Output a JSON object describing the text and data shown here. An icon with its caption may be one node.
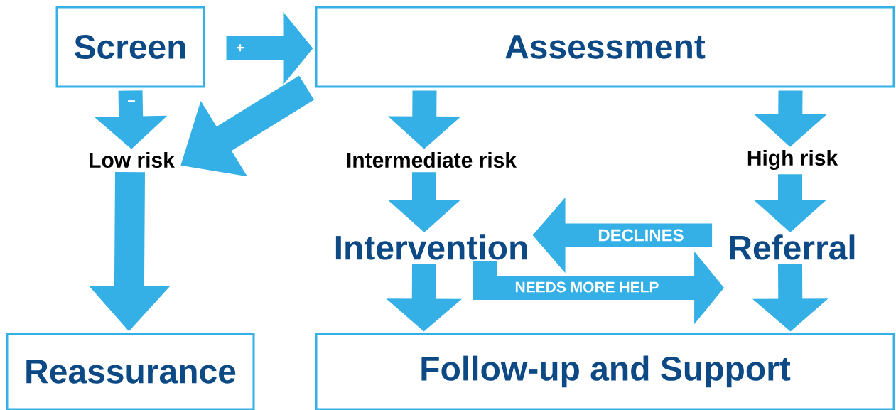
{
  "diagram": {
    "nodes": [
      {
        "text": [
          "Screen"
        ]
      },
      {
        "text": [
          "Assessment"
        ]
      },
      {
        "text": [
          "Low risk"
        ]
      },
      {
        "text": [
          "Intermediate risk"
        ]
      },
      {
        "text": [
          "High risk"
        ]
      },
      {
        "text": [
          "Intervention"
        ]
      },
      {
        "text": [
          "Referral"
        ]
      },
      {
        "text": [
          "Reassurance"
        ]
      },
      {
        "text": [
          "Follow-up and Support"
        ]
      }
    ],
    "edges": [
      {
        "from": 0,
        "to": 1,
        "arrow": "to",
        "label": "+"
      },
      {
        "from": 0,
        "to": 2,
        "arrow": "to",
        "label": "−"
      },
      {
        "from": 1,
        "to": 2,
        "arrow": "to"
      },
      {
        "from": 1,
        "to": 3,
        "arrow": "to"
      },
      {
        "from": 1,
        "to": 4,
        "arrow": "to"
      },
      {
        "from": 3,
        "to": 5,
        "arrow": "to"
      },
      {
        "from": 4,
        "to": 6,
        "arrow": "to"
      },
      {
        "from": 6,
        "to": 5,
        "arrow": "to",
        "label": "DECLINES"
      },
      {
        "from": 5,
        "to": 6,
        "arrow": "to",
        "label": "NEEDS MORE HELP"
      },
      {
        "from": 2,
        "to": 7,
        "arrow": "to"
      },
      {
        "from": 5,
        "to": 8,
        "arrow": "to"
      },
      {
        "from": 6,
        "to": 8,
        "arrow": "to"
      }
    ]
  }
}
